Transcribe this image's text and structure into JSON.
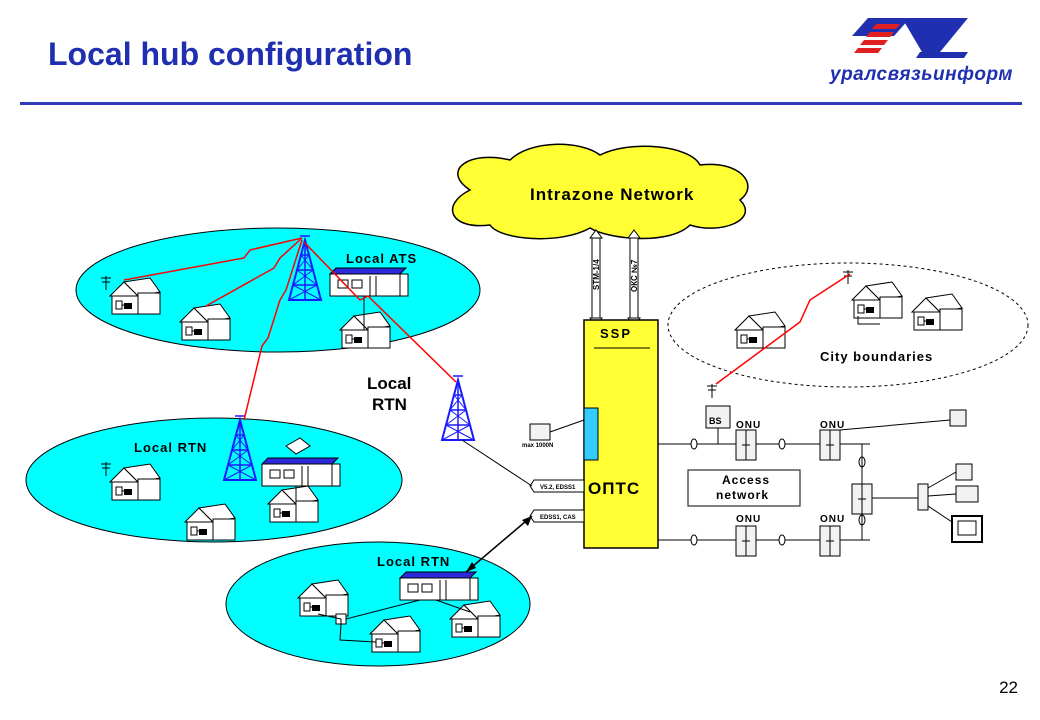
{
  "slide": {
    "title": "Local hub configuration",
    "logo_text": "уралсвязьинформ",
    "page_number": "22"
  },
  "diagram": {
    "cloud_label": "Intrazone Network",
    "ssp_label": "SSP",
    "optc_label": "ОПТС",
    "link_left_label": "STM-1/4",
    "link_right_label": "ОКС №7",
    "local_ats_label": "Local ATS",
    "local_rtn_center_label_1": "Local",
    "local_rtn_center_label_2": "RTN",
    "local_rtn_mid_label": "Local RTN",
    "local_rtn_bottom_label": "Local RTN",
    "city_label": "City boundaries",
    "bs_label": "BS",
    "onu_label_1": "ONU",
    "onu_label_2": "ONU",
    "onu_label_3": "ONU",
    "onu_label_4": "ONU",
    "access_label_1": "Access",
    "access_label_2": "network",
    "max_label": "max 1000N",
    "link_v52_label": "V5.2, EDSS1",
    "link_edss_label": "EDSS1, CAS"
  },
  "colors": {
    "title": "#1f2fb0",
    "zone_fill": "#00ffff",
    "cloud_fill": "#ffff33",
    "station_fill": "#ffff33",
    "wireless_link": "#ff0000",
    "tower": "#1a1aff"
  }
}
